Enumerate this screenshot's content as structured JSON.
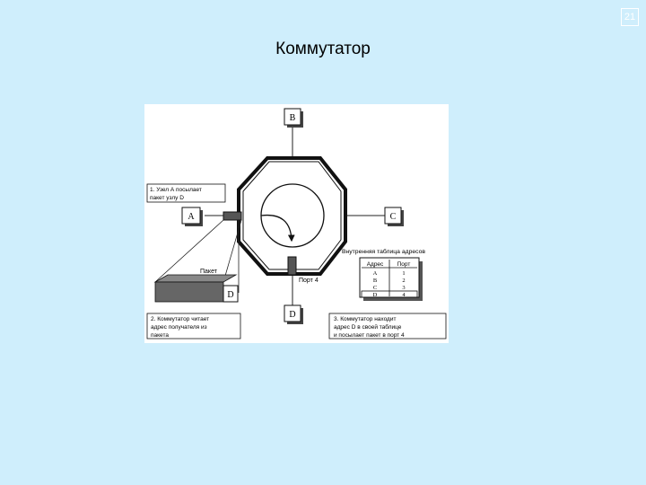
{
  "slide": {
    "number": "21",
    "title": "Коммутатор"
  },
  "diagram": {
    "nodes": {
      "a": "A",
      "b": "B",
      "c": "C",
      "d": "D",
      "packet_d": "D"
    },
    "step1": [
      "1. Узел А посылает",
      "пакет узлу D"
    ],
    "step2": [
      "2. Коммутатор читает",
      "адрес получателя из",
      "пакета"
    ],
    "step3": [
      "3. Коммутатор находит",
      "адрес D в своей таблице",
      "и посылает пакет в порт 4"
    ],
    "packet_label": "Пакет",
    "port_label": "Порт 4",
    "table_title": "Внутренняя таблица адресов",
    "table_headers": [
      "Адрес",
      "Порт"
    ],
    "table_rows": [
      [
        "A",
        "1"
      ],
      [
        "B",
        "2"
      ],
      [
        "C",
        "3"
      ],
      [
        "D",
        "4"
      ]
    ]
  },
  "colors": {
    "background": "#cfeefc",
    "figure_bg": "#ffffff",
    "line": "#222222"
  }
}
